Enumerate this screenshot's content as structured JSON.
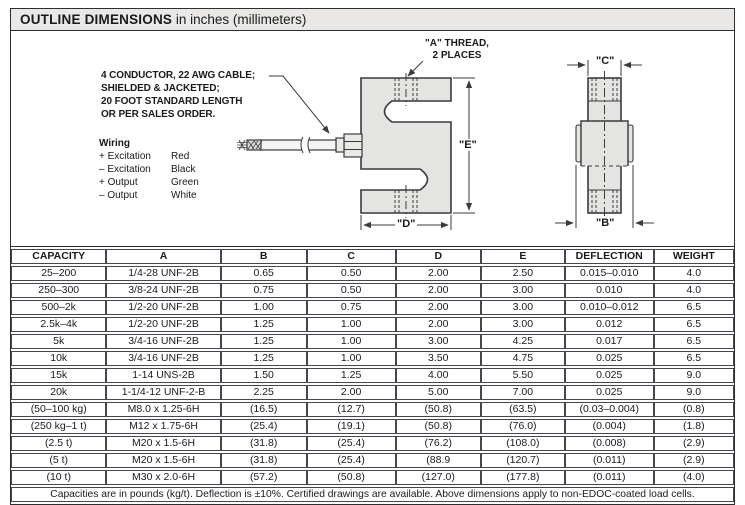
{
  "title": {
    "main": "OUTLINE DIMENSIONS",
    "units": " in inches (millimeters)"
  },
  "colors": {
    "panel_border": "#2e2e2e",
    "title_bar_bg": "#e9e8e6",
    "metal_fill": "#e4e4e2",
    "drawing_line": "#3b3b3b",
    "table_line": "#46464e",
    "text": "#1a1a1a"
  },
  "diagram": {
    "cable_note_lines": [
      "4 CONDUCTOR, 22 AWG CABLE;",
      "SHIELDED & JACKETED;",
      "20 FOOT STANDARD LENGTH",
      "OR PER SALES ORDER."
    ],
    "wiring": {
      "heading": "Wiring",
      "rows": [
        {
          "signal": "+ Excitation",
          "color": "Red"
        },
        {
          "signal": "– Excitation",
          "color": "Black"
        },
        {
          "signal": "+ Output",
          "color": "Green"
        },
        {
          "signal": "– Output",
          "color": "White"
        }
      ]
    },
    "labels": {
      "a_thread_line1": "\"A\" THREAD,",
      "a_thread_line2": "2 PLACES",
      "e": "\"E\"",
      "d": "\"D\"",
      "c": "\"C\"",
      "b": "\"B\""
    }
  },
  "table": {
    "headers": [
      "CAPACITY",
      "A",
      "B",
      "C",
      "D",
      "E",
      "DEFLECTION",
      "WEIGHT"
    ],
    "header_keys": [
      "capacity",
      "a",
      "b",
      "c",
      "d",
      "e",
      "deflection",
      "weight"
    ],
    "rows": [
      [
        "25–200",
        "1/4-28 UNF-2B",
        "0.65",
        "0.50",
        "2.00",
        "2.50",
        "0.015–0.010",
        "4.0"
      ],
      [
        "250–300",
        "3/8-24 UNF-2B",
        "0.75",
        "0.50",
        "2.00",
        "3.00",
        "0.010",
        "4.0"
      ],
      [
        "500–2k",
        "1/2-20 UNF-2B",
        "1.00",
        "0.75",
        "2.00",
        "3.00",
        "0.010–0.012",
        "6.5"
      ],
      [
        "2.5k–4k",
        "1/2-20 UNF-2B",
        "1.25",
        "1.00",
        "2.00",
        "3.00",
        "0.012",
        "6.5"
      ],
      [
        "5k",
        "3/4-16 UNF-2B",
        "1.25",
        "1.00",
        "3.00",
        "4.25",
        "0.017",
        "6.5"
      ],
      [
        "10k",
        "3/4-16 UNF-2B",
        "1.25",
        "1.00",
        "3.50",
        "4.75",
        "0.025",
        "6.5"
      ],
      [
        "15k",
        "1-14 UNS-2B",
        "1.50",
        "1.25",
        "4.00",
        "5.50",
        "0.025",
        "9.0"
      ],
      [
        "20k",
        "1-1/4-12 UNF-2-B",
        "2.25",
        "2.00",
        "5.00",
        "7.00",
        "0.025",
        "9.0"
      ],
      [
        "(50–100 kg)",
        "M8.0 x 1.25-6H",
        "(16.5)",
        "(12.7)",
        "(50.8)",
        "(63.5)",
        "(0.03–0.004)",
        "(0.8)"
      ],
      [
        "(250 kg–1 t)",
        "M12 x 1.75-6H",
        "(25.4)",
        "(19.1)",
        "(50.8)",
        "(76.0)",
        "(0.004)",
        "(1.8)"
      ],
      [
        "(2.5 t)",
        "M20 x 1.5-6H",
        "(31.8)",
        "(25.4)",
        "(76.2)",
        "(108.0)",
        "(0.008)",
        "(2.9)"
      ],
      [
        "(5 t)",
        "M20 x 1.5-6H",
        "(31.8)",
        "(25.4)",
        "(88.9",
        "(120.7)",
        "(0.011)",
        "(2.9)"
      ],
      [
        "(10 t)",
        "M30 x 2.0-6H",
        "(57.2)",
        "(50.8)",
        "(127.0)",
        "(177.8)",
        "(0.011)",
        "(4.0)"
      ]
    ],
    "footnote": "Capacities are in pounds (kg/t). Deflection is ±10%. Certified drawings are available. Above dimensions apply to non-EDOC-coated load cells."
  }
}
